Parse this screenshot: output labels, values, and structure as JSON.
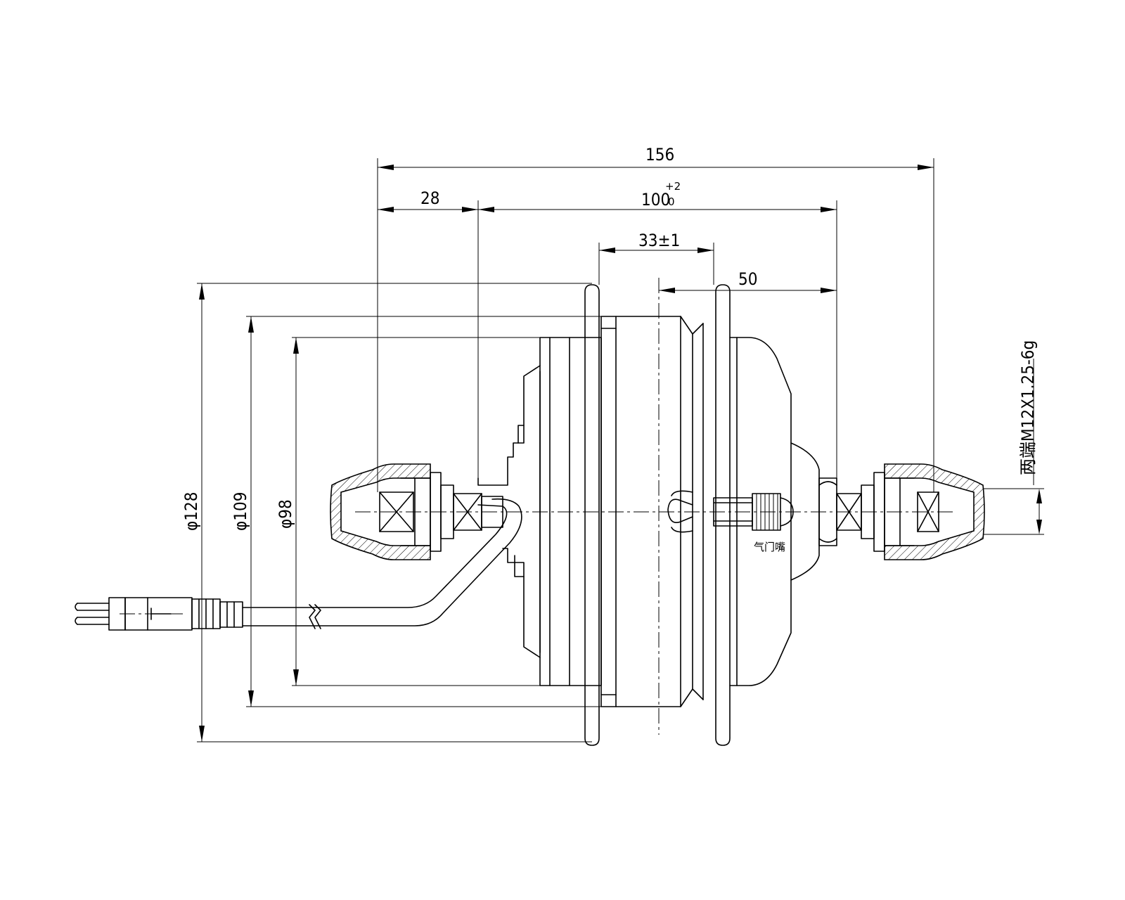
{
  "dimensions": {
    "overall_length": "156",
    "left_axle_length": "28",
    "hub_width": "100",
    "hub_width_tol_upper": "+2",
    "hub_width_tol_lower": "0",
    "flange_spacing": "33±1",
    "right_offset": "50",
    "diameter_outer": "φ128",
    "diameter_mid": "φ109",
    "diameter_inner": "φ98"
  },
  "annotations": {
    "thread_spec": "两端M12X1.25-6g",
    "valve_label": "气门嘴"
  }
}
